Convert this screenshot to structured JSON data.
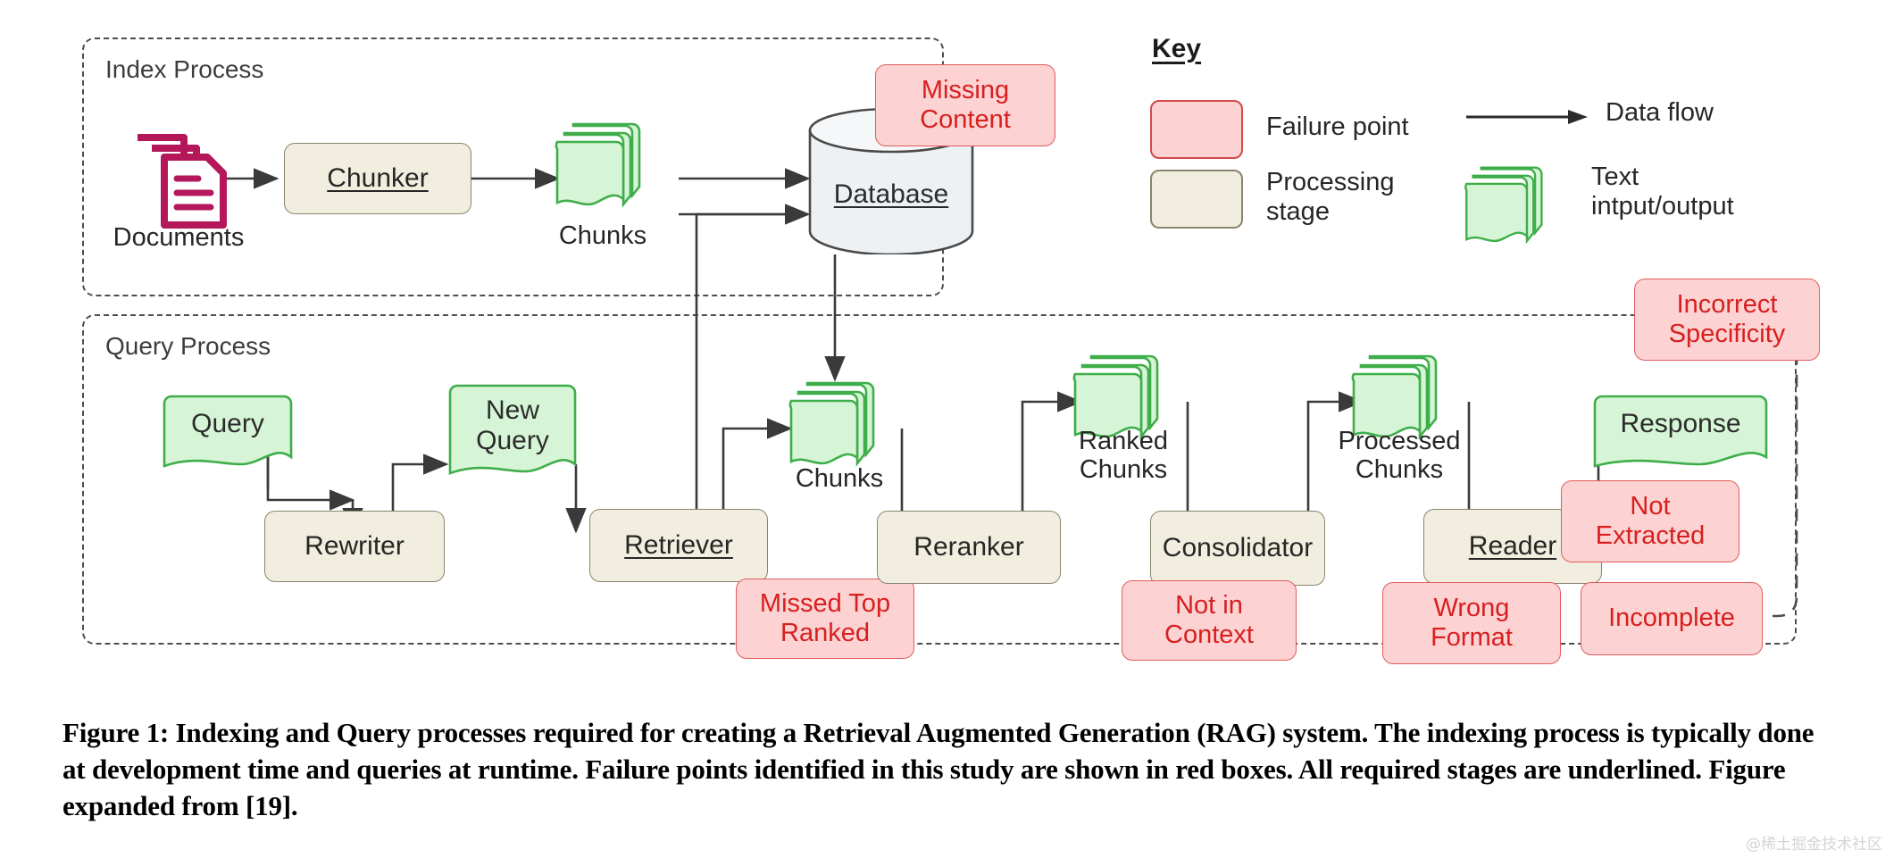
{
  "figure": {
    "groups": [
      {
        "id": "index",
        "title": "Index Process"
      },
      {
        "id": "query",
        "title": "Query Process"
      }
    ],
    "index_process": {
      "documents_label": "Documents",
      "chunker_label": "Chunker",
      "chunks_label": "Chunks",
      "database_label": "Database",
      "missing_content_label": "Missing\nContent"
    },
    "query_process": {
      "query_label": "Query",
      "rewriter_label": "Rewriter",
      "new_query_label": "New\nQuery",
      "retriever_label": "Retriever",
      "chunks_label": "Chunks",
      "missed_top_ranked_label": "Missed Top\nRanked",
      "reranker_label": "Reranker",
      "ranked_chunks_label": "Ranked\nChunks",
      "consolidator_label": "Consolidator",
      "not_in_context_label": "Not in\nContext",
      "processed_chunks_label": "Processed\nChunks",
      "reader_label": "Reader",
      "wrong_format_label": "Wrong\nFormat",
      "not_extracted_label": "Not\nExtracted",
      "incomplete_label": "Incomplete",
      "response_label": "Response",
      "incorrect_specificity_label": "Incorrect\nSpecificity"
    },
    "key": {
      "title": "Key",
      "failure_point": "Failure point",
      "processing_stage": "Processing\nstage",
      "data_flow": "Data flow",
      "text_io": "Text\nintput/output"
    },
    "caption": "Figure 1: Indexing and Query processes required for creating a Retrieval Augmented Generation (RAG) system. The indexing process is typically done at development time and queries at runtime. Failure points identified in this study are shown in red boxes. All required stages are underlined. Figure expanded from [19].",
    "watermark": "@稀土掘金技术社区",
    "colors": {
      "failure_fill": "#fcd2d2",
      "failure_border": "#e05c5c",
      "failure_text": "#d81f1f",
      "stage_fill": "#f2eedf",
      "stage_border": "#8a8570",
      "text_io_fill": "#d6f5d6",
      "text_io_border": "#3fae4a",
      "documents_icon": "#b4185a",
      "database_fill": "#eef1f4",
      "edge": "#3a3a3a",
      "group_border": "#4d4d4d"
    },
    "icons": {
      "documents": "documents-stack-icon",
      "database": "database-cylinder-icon",
      "chunks": "text-stack-icon",
      "arrow": "arrow-right-icon"
    }
  }
}
